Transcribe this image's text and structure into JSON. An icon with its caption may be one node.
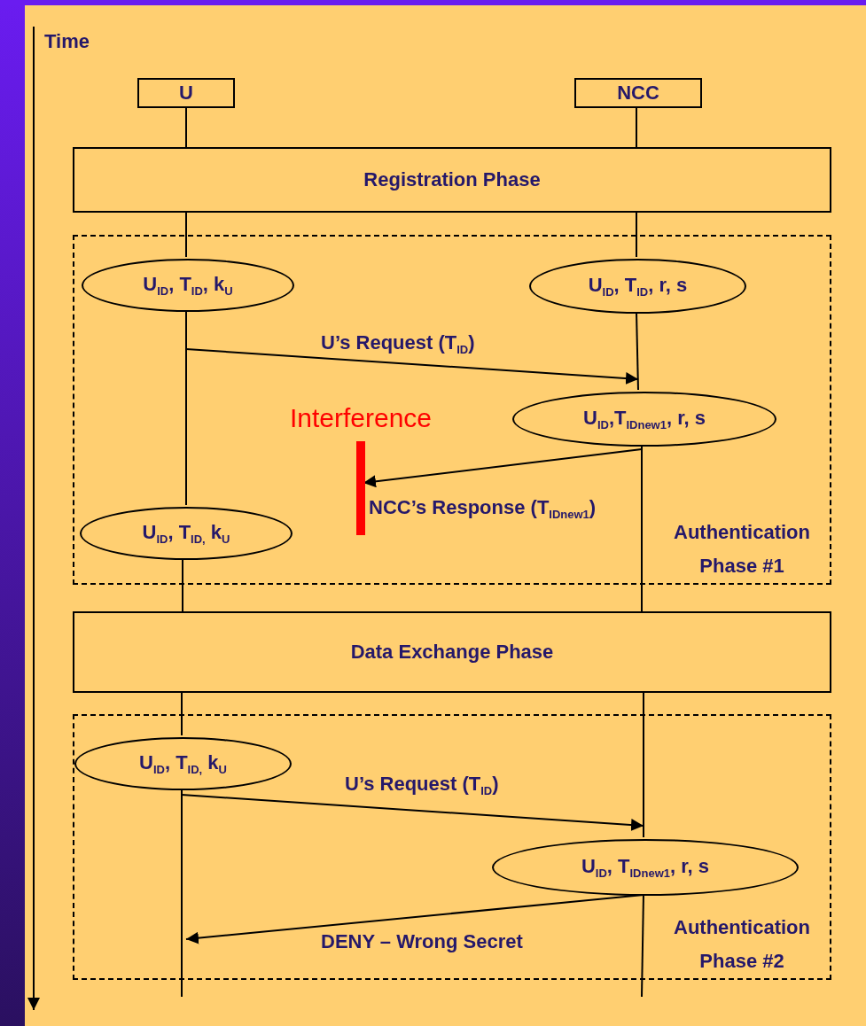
{
  "diagram": {
    "nodes": [
      {
        "text": [
          "U"
        ]
      },
      {
        "text": [
          "NCC"
        ]
      },
      {
        "text": [
          "Registration Phase"
        ]
      },
      {
        "text": [
          "Authentication Phase #1"
        ]
      },
      {
        "text": [
          "U$_{ID}$, T$_{ID}$, k$_{U}$"
        ],
        "in": 3
      },
      {
        "text": [
          "U$_{ID}$, T$_{ID}$, r, s"
        ],
        "in": 3
      },
      {
        "text": [
          "U$_{ID}$,T$_{IDnew1}$, r, s"
        ],
        "in": 3
      },
      {
        "text": [
          "U$_{ID}$, T$_{ID,}$ k$_{U}$"
        ],
        "in": 3
      },
      {
        "text": [
          "Interference"
        ],
        "in": 3
      },
      {
        "text": [
          "Data Exchange Phase"
        ]
      },
      {
        "text": [
          "Authentication Phase #2"
        ]
      },
      {
        "text": [
          "U$_{ID}$, T$_{ID,}$ k$_{U}$"
        ],
        "in": 10
      },
      {
        "text": [
          "U$_{ID}$, T$_{IDnew1}$, r, s"
        ],
        "in": 10
      }
    ],
    "edges": [
      {
        "from": 0,
        "to": 2,
        "arrow": "none"
      },
      {
        "from": 1,
        "to": 2,
        "arrow": "none"
      },
      {
        "from": 2,
        "to": 4,
        "arrow": "none"
      },
      {
        "from": 2,
        "to": 5,
        "arrow": "none"
      },
      {
        "from": 4,
        "to": 7,
        "arrow": "none"
      },
      {
        "from": 5,
        "to": 6,
        "arrow": "none"
      },
      {
        "from": 4,
        "to": 6,
        "arrow": "to",
        "label": "U’s Request (T$_{ID}$)"
      },
      {
        "from": 6,
        "to": 8,
        "arrow": "to",
        "label": "NCC’s Response (T$_{IDnew1}$)"
      },
      {
        "from": 7,
        "to": 9,
        "arrow": "none"
      },
      {
        "from": 6,
        "to": 9,
        "arrow": "none"
      },
      {
        "from": 9,
        "to": 11,
        "arrow": "none"
      },
      {
        "from": 9,
        "to": 12,
        "arrow": "none"
      },
      {
        "from": 11,
        "to": null,
        "arrow": "none"
      },
      {
        "from": 11,
        "to": 12,
        "arrow": "to",
        "label": "U’s Request (T$_{ID}$)"
      },
      {
        "from": 12,
        "to": null,
        "arrow": "to",
        "label": "DENY – Wrong Secret"
      },
      {
        "from": 12,
        "to": null,
        "arrow": "none"
      }
    ],
    "labels": [
      "Time"
    ]
  }
}
